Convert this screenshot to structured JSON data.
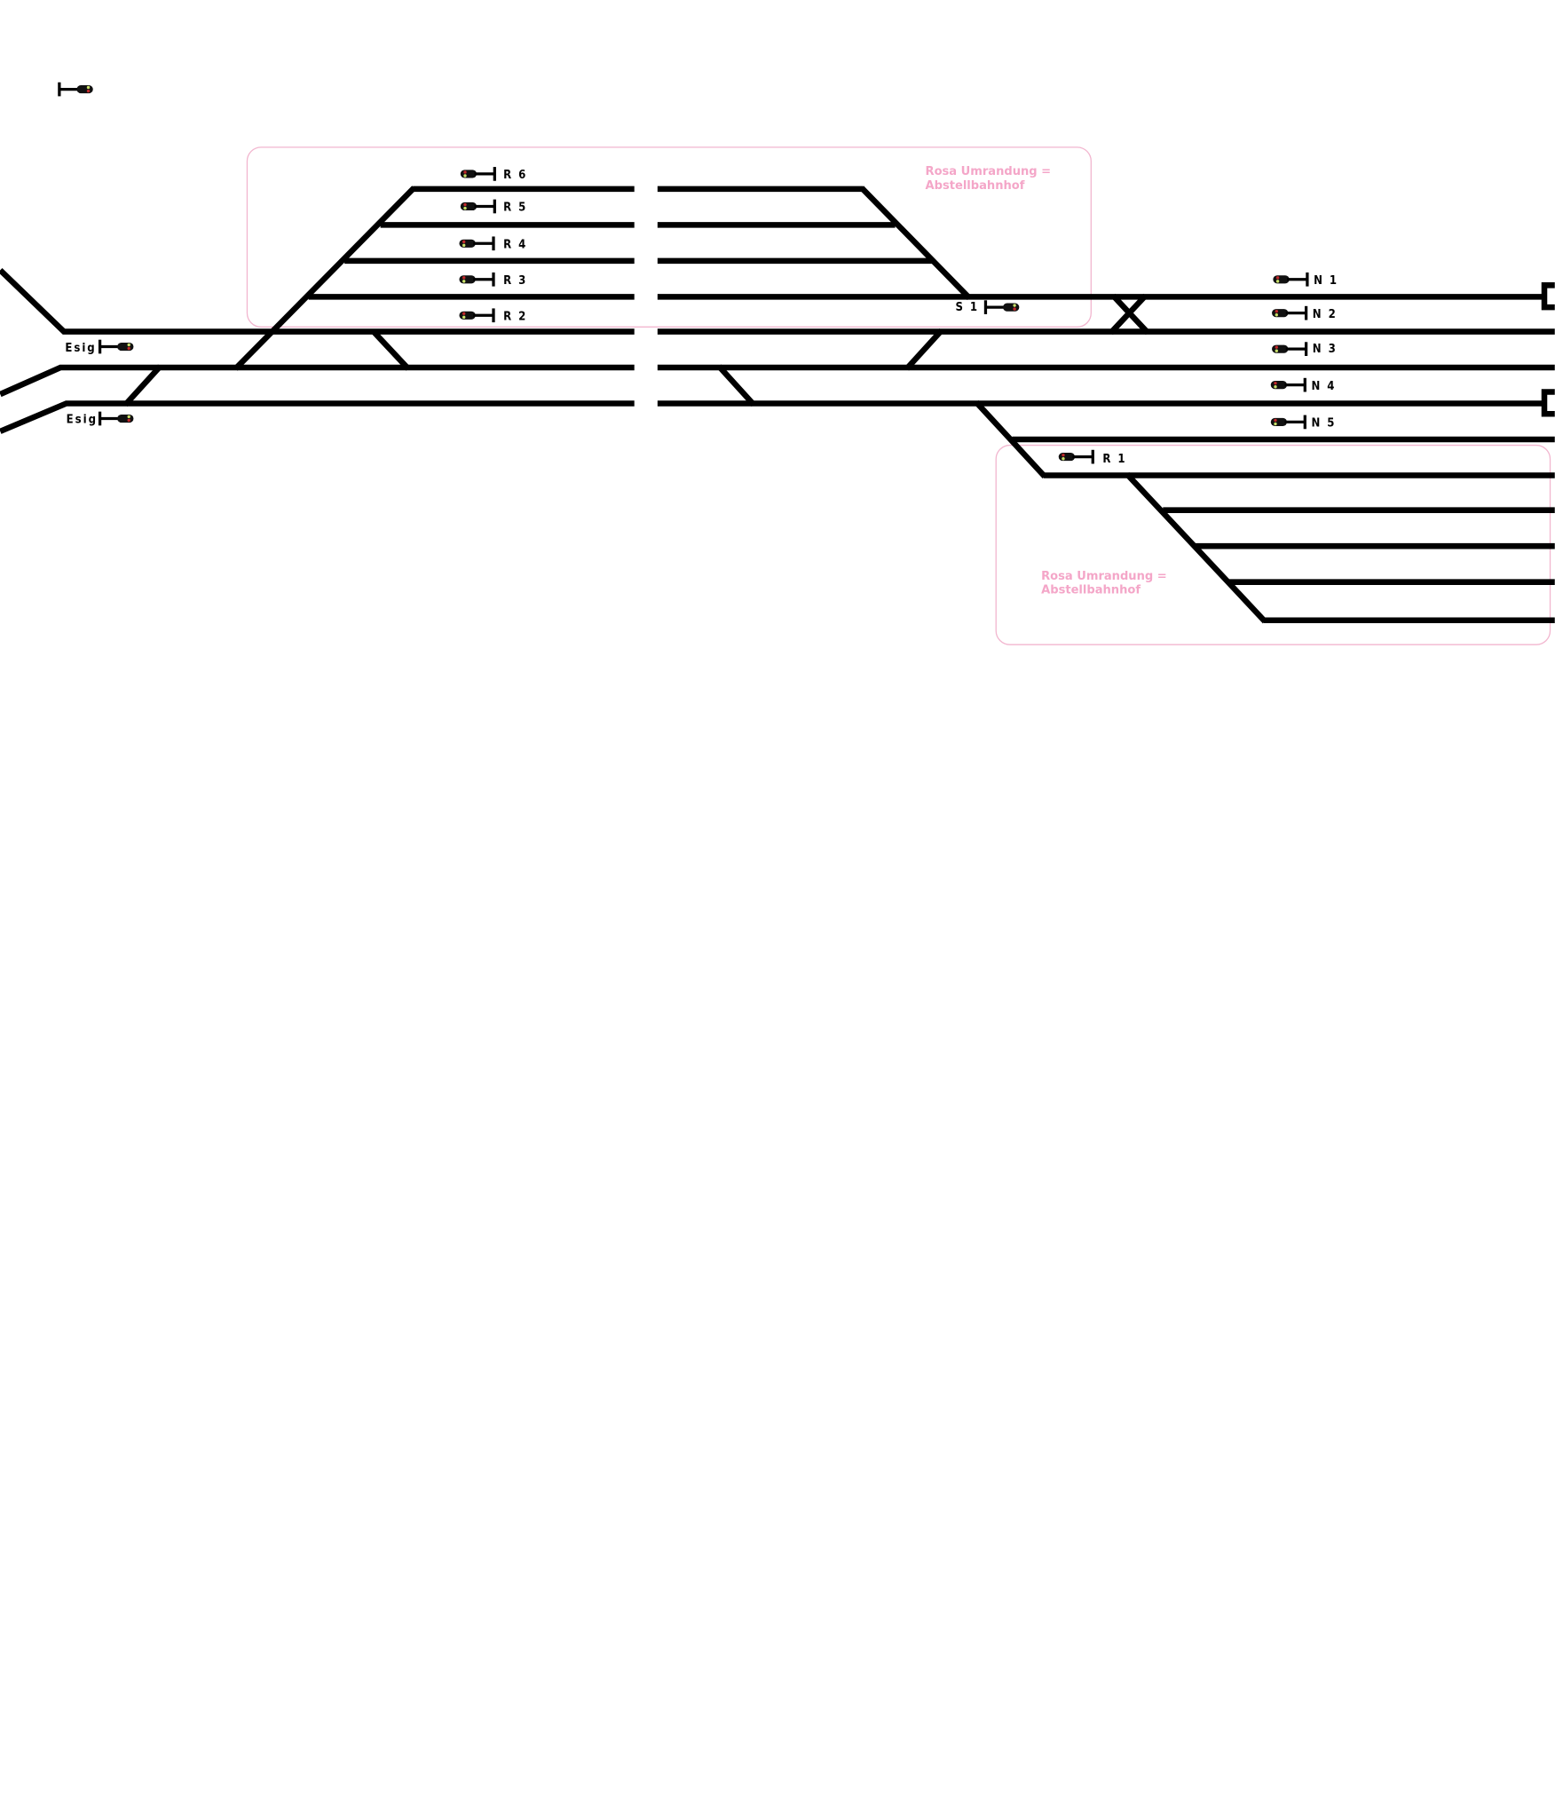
{
  "diagram": {
    "legend_note": [
      "Rosa Umrandung =",
      "Abstellbahnhof"
    ],
    "colors": {
      "track": "#000000",
      "border": "#f2b6cf",
      "note": "#f4a6c8",
      "signal_red": "#c0282a",
      "signal_green": "#c8e06a"
    },
    "signals": {
      "esig_upper": "Esig",
      "esig_lower": "Esig",
      "r6": "R 6",
      "r5": "R 5",
      "r4": "R 4",
      "r3": "R 3",
      "r2": "R 2",
      "s1": "S 1",
      "n1": "N 1",
      "n2": "N 2",
      "n3": "N 3",
      "n4": "N 4",
      "n5": "N 5",
      "r1": "R 1"
    }
  }
}
